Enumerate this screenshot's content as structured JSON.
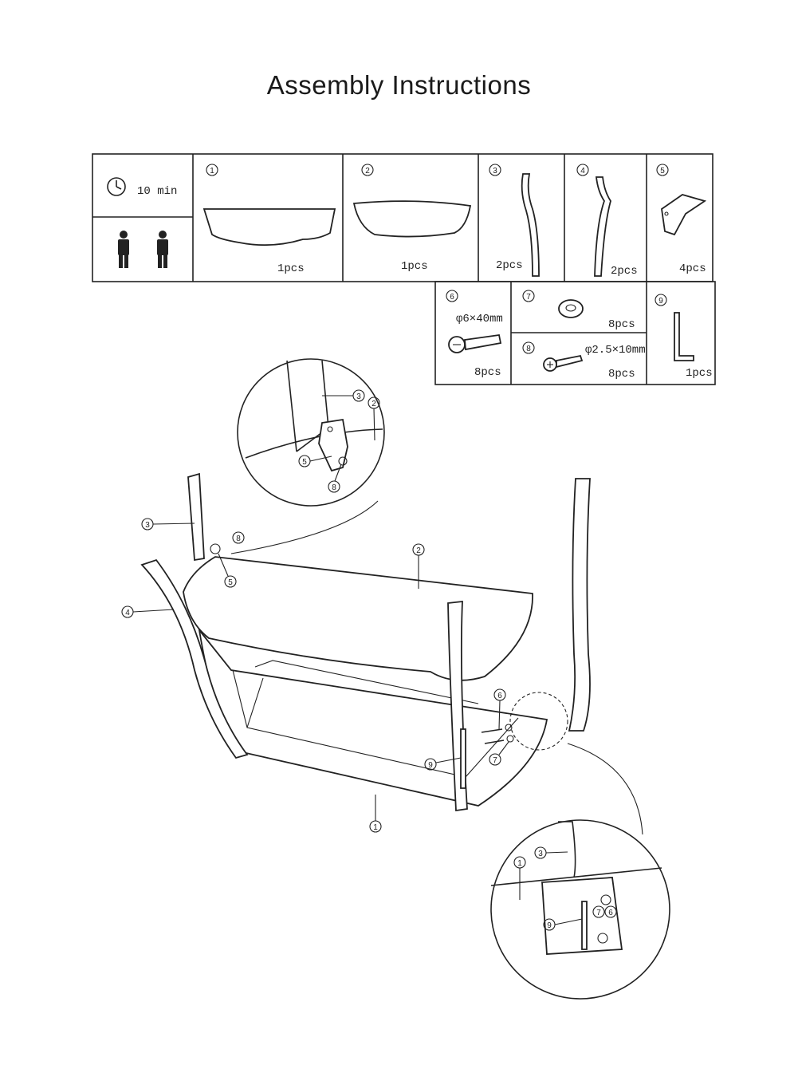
{
  "title": "Assembly Instructions",
  "info": {
    "time": "10 min"
  },
  "parts": [
    {
      "num": "1",
      "qty": "1pcs",
      "icon": "seat-panel-icon"
    },
    {
      "num": "2",
      "qty": "1pcs",
      "icon": "shelf-panel-icon"
    },
    {
      "num": "3",
      "qty": "2pcs",
      "icon": "leg-icon"
    },
    {
      "num": "4",
      "qty": "2pcs",
      "icon": "leg-icon"
    },
    {
      "num": "5",
      "qty": "4pcs",
      "icon": "bracket-icon"
    },
    {
      "num": "6",
      "qty": "8pcs",
      "spec": "φ6×40mm",
      "icon": "bolt-icon"
    },
    {
      "num": "7",
      "qty": "8pcs",
      "icon": "washer-icon"
    },
    {
      "num": "8",
      "qty": "8pcs",
      "spec": "φ2.5×10mm",
      "icon": "screw-icon"
    },
    {
      "num": "9",
      "qty": "1pcs",
      "icon": "allen-key-icon"
    }
  ],
  "callouts": {
    "detail_top": [
      "3",
      "2",
      "5",
      "8"
    ],
    "main": [
      "3",
      "8",
      "5",
      "2",
      "4",
      "6",
      "7",
      "9",
      "1"
    ],
    "detail_bottom": [
      "3",
      "1",
      "7",
      "6",
      "9"
    ]
  }
}
